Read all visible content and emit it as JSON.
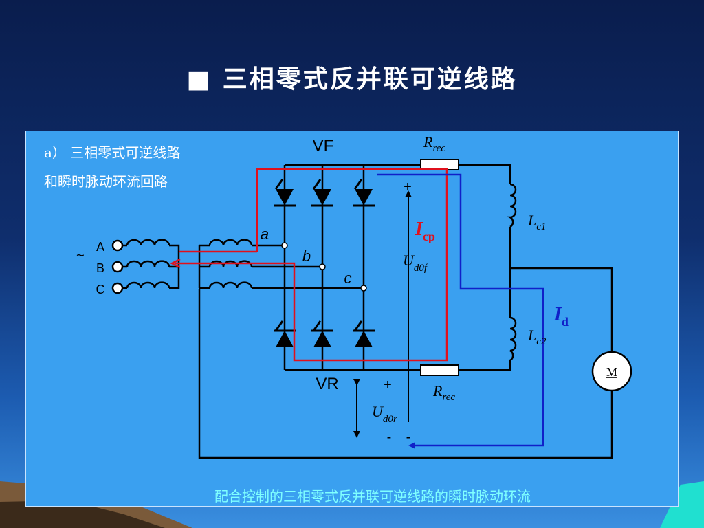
{
  "title": "■ 三相零式反并联可逆线路",
  "caption": {
    "line1": "a） 三相零式可逆线路",
    "line2": "和瞬时脉动环流回路"
  },
  "bottom_caption": "配合控制的三相零式反并联可逆线路的瞬时脉动环流",
  "labels": {
    "vf": "VF",
    "vr": "VR",
    "tilde": "~",
    "phase_a": "A",
    "phase_b": "B",
    "phase_c": "C",
    "node_a": "a",
    "node_b": "b",
    "node_c": "c",
    "plus": "+",
    "minus": "-",
    "motor": "M"
  },
  "symbols": {
    "r_rec": {
      "main": "R",
      "sub": "rec"
    },
    "lc1": {
      "main": "L",
      "sub": "c1"
    },
    "lc2": {
      "main": "L",
      "sub": "c2"
    },
    "icp": {
      "main": "I",
      "sub": "cp"
    },
    "id": {
      "main": "I",
      "sub": "d"
    },
    "ud0f": {
      "main": "U",
      "sub": "d0f"
    },
    "ud0r": {
      "main": "U",
      "sub": "d0r"
    }
  },
  "colors": {
    "circulating_current": "#e0101c",
    "load_current": "#1020c8",
    "panel": "#3aa0f0",
    "title": "#ffffff",
    "bottom_caption": "#7fffff"
  }
}
